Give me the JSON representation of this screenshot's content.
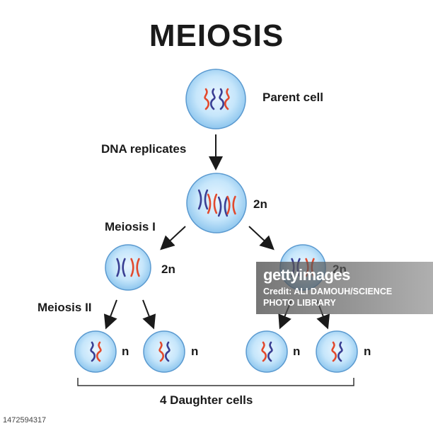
{
  "title": "MEIOSIS",
  "labels": {
    "parent_cell": "Parent cell",
    "dna_replicates": "DNA replicates",
    "ploidy_2n": "2n",
    "meiosis_1": "Meiosis I",
    "meiosis_2": "Meiosis II",
    "haploid_n": "n",
    "daughter_cells": "4 Daughter cells"
  },
  "watermark": {
    "logo": "gettyimages",
    "credit_line1": "Credit: ALI DAMOUH/SCIENCE",
    "credit_line2": "PHOTO LIBRARY"
  },
  "image_id": "1472594317",
  "colors": {
    "chromosome_red": "#e24a2e",
    "chromosome_blue": "#3a3f93",
    "cell_fill": "#a9d7f5",
    "cell_border": "#5b9ad0"
  }
}
